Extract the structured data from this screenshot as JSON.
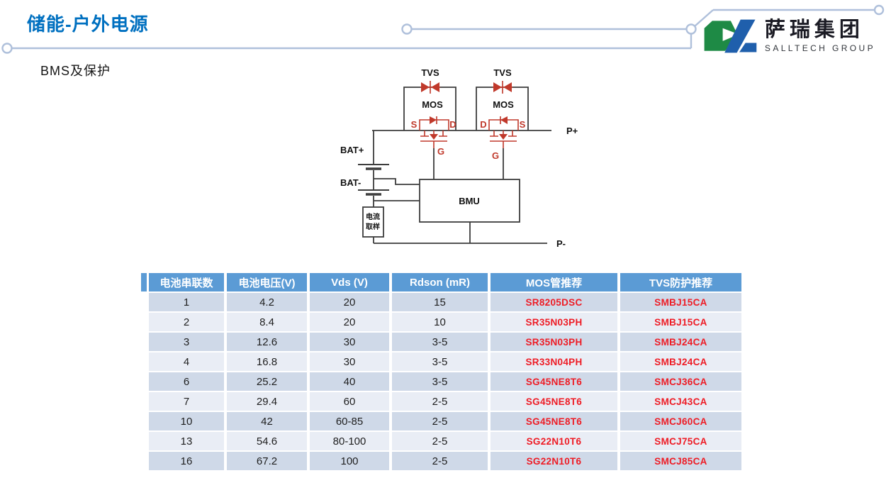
{
  "slide": {
    "title": "储能-户外电源",
    "subtitle": "BMS及保护"
  },
  "logo": {
    "cn": "萨瑞集团",
    "en": "SALLTECH GROUP"
  },
  "colors": {
    "accent_blue": "#0070C0",
    "table_header_blue": "#5B9BD5",
    "row_dark": "#CFD9E8",
    "row_light": "#E9EDF5",
    "part_red": "#EE1C25",
    "circuit_red": "#C0392B",
    "decor_line": "#AFC0DB",
    "logo_green": "#1E8A45",
    "logo_blue": "#1F5FAC"
  },
  "diagram": {
    "tvs": "TVS",
    "mos": "MOS",
    "bmu": "BMU",
    "bat_plus": "BAT+",
    "bat_minus": "BAT-",
    "p_plus": "P+",
    "p_minus": "P-",
    "s": "S",
    "d": "D",
    "g": "G",
    "current_sense_line1": "电流",
    "current_sense_line2": "取样"
  },
  "table": {
    "headers": [
      "电池串联数",
      "电池电压(V)",
      "Vds (V)",
      "Rdson (mR)",
      "MOS管推荐",
      "TVS防护推荐"
    ],
    "rows": [
      [
        "1",
        "4.2",
        "20",
        "15",
        "SR8205DSC",
        "SMBJ15CA"
      ],
      [
        "2",
        "8.4",
        "20",
        "10",
        "SR35N03PH",
        "SMBJ15CA"
      ],
      [
        "3",
        "12.6",
        "30",
        "3-5",
        "SR35N03PH",
        "SMBJ24CA"
      ],
      [
        "4",
        "16.8",
        "30",
        "3-5",
        "SR33N04PH",
        "SMBJ24CA"
      ],
      [
        "6",
        "25.2",
        "40",
        "3-5",
        "SG45NE8T6",
        "SMCJ36CA"
      ],
      [
        "7",
        "29.4",
        "60",
        "2-5",
        "SG45NE8T6",
        "SMCJ43CA"
      ],
      [
        "10",
        "42",
        "60-85",
        "2-5",
        "SG45NE8T6",
        "SMCJ60CA"
      ],
      [
        "13",
        "54.6",
        "80-100",
        "2-5",
        "SG22N10T6",
        "SMCJ75CA"
      ],
      [
        "16",
        "67.2",
        "100",
        "2-5",
        "SG22N10T6",
        "SMCJ85CA"
      ]
    ]
  }
}
